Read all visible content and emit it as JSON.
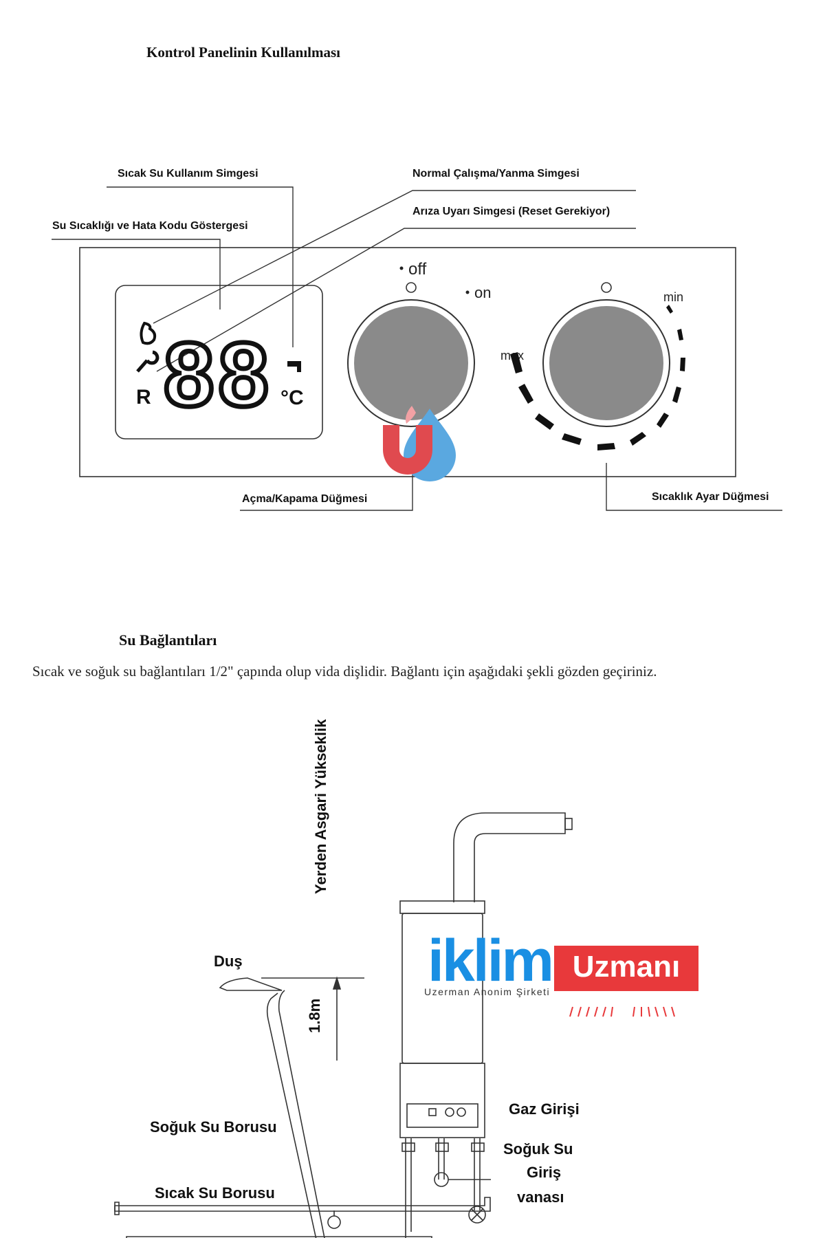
{
  "headings": {
    "control_panel": "Kontrol Panelinin Kullanılması",
    "water_connections": "Su Bağlantıları"
  },
  "paragraph": "Sıcak ve soğuk su bağlantıları 1/2\" çapında olup vida dişlidir. Bağlantı için aşağıdaki şekli gözden geçiriniz.",
  "panel_labels": {
    "hot_water_symbol": "Sıcak Su Kullanım Simgesi",
    "normal_operation": "Normal Çalışma/Yanma Simgesi",
    "fault_warning": "Arıza Uyarı Simgesi (Reset Gerekiyor)",
    "temp_error_display": "Su Sıcaklığı ve Hata Kodu Göstergesi",
    "on_off_button": "Açma/Kapama Düğmesi",
    "temp_knob": "Sıcaklık Ayar Düğmesi"
  },
  "display": {
    "digits": "88",
    "unit": "°C",
    "reset_letter": "R"
  },
  "knobs": {
    "off": "off",
    "on": "on",
    "min": "min",
    "max": "max"
  },
  "diagram_labels": {
    "min_height": "Yerden Asgari Yükseklik",
    "height_value": "1.8m",
    "shower": "Duş",
    "cold_pipe": "Soğuk Su Borusu",
    "hot_pipe": "Sıcak Su Borusu",
    "gas_inlet": "Gaz Girişi",
    "cold_valve_1": "Soğuk Su",
    "cold_valve_2": "Giriş",
    "cold_valve_3": "vanası"
  },
  "watermark": {
    "brand_left": "iklim",
    "brand_right": "Uzmanı",
    "subtitle": "Uzerman Anonim Şirketi"
  },
  "colors": {
    "hot": "#e04a4f",
    "cold": "#5aa8e0",
    "brand_blue": "#1a8fe3",
    "brand_red": "#e8393b"
  }
}
